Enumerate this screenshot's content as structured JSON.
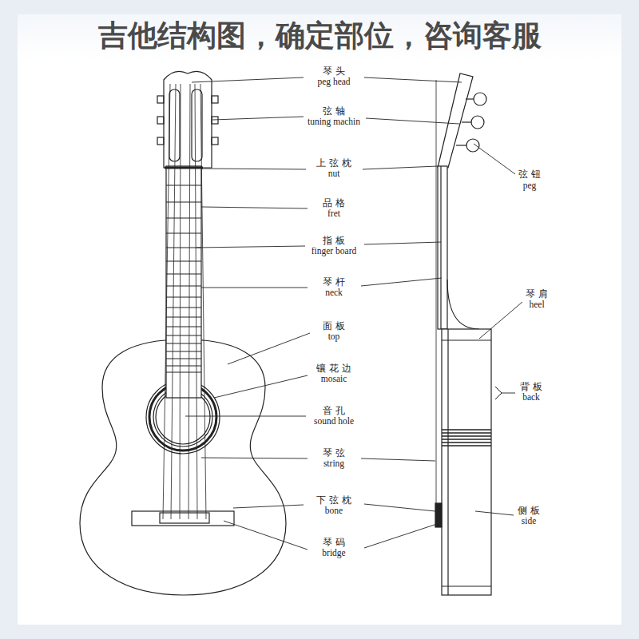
{
  "diagram": {
    "title": "吉他结构图，确定部位，咨询客服",
    "labels": [
      "琴头",
      "peg head",
      "弦轴",
      "tuning machin",
      "上弦枕",
      "nut",
      "品格",
      "fret",
      "指板",
      "finger board",
      "琴杆",
      "neck",
      "面板",
      "top",
      "镶花边",
      "mosaic",
      "音孔",
      "sound hole",
      "琴弦",
      "string",
      "下弦枕",
      "bone",
      "琴码",
      "bridge",
      "弦钮",
      "peg",
      "琴肩",
      "heel",
      "背板",
      "back",
      "侧板",
      "side"
    ]
  }
}
